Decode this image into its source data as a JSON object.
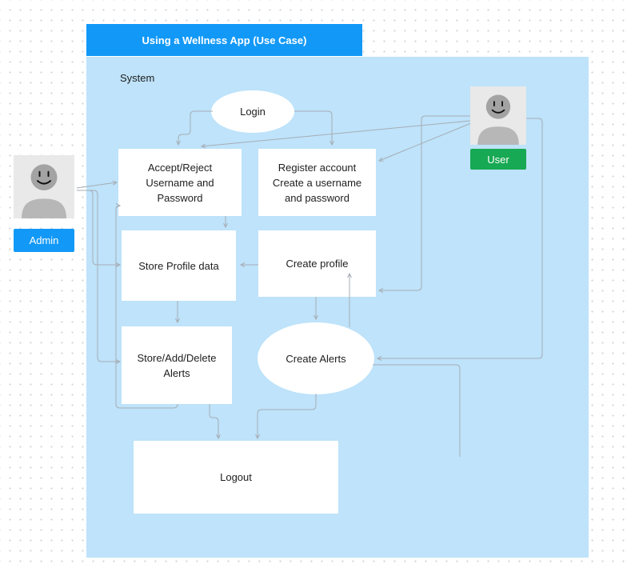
{
  "title": "Using a Wellness App (Use Case)",
  "system_label": "System",
  "actors": {
    "admin": {
      "label": "Admin",
      "icon": "person-smiley-icon",
      "badge_color": "#1299F7"
    },
    "user": {
      "label": "User",
      "icon": "person-smiley-icon",
      "badge_color": "#17A953"
    }
  },
  "nodes": {
    "login": {
      "type": "ellipse",
      "label": "Login"
    },
    "accept_reject": {
      "type": "rect",
      "label": "Accept/Reject\nUsername and\nPassword"
    },
    "register": {
      "type": "rect",
      "label": "Register account\nCreate a username\nand password"
    },
    "store_profile": {
      "type": "rect",
      "label": "Store Profile data"
    },
    "create_profile": {
      "type": "rect",
      "label": "Create profile"
    },
    "store_alerts": {
      "type": "rect",
      "label": "Store/Add/Delete\nAlerts"
    },
    "create_alerts": {
      "type": "ellipse",
      "label": "Create Alerts"
    },
    "logout": {
      "type": "rect",
      "label": "Logout"
    }
  },
  "colors": {
    "title_bg": "#1299F7",
    "system_bg": "#BEE3FA",
    "node_bg": "#FFFFFF",
    "connector": "#A6ADB5",
    "dot_grid": "#CDD0D4",
    "actor_icon_bg": "#E9E9E9"
  }
}
